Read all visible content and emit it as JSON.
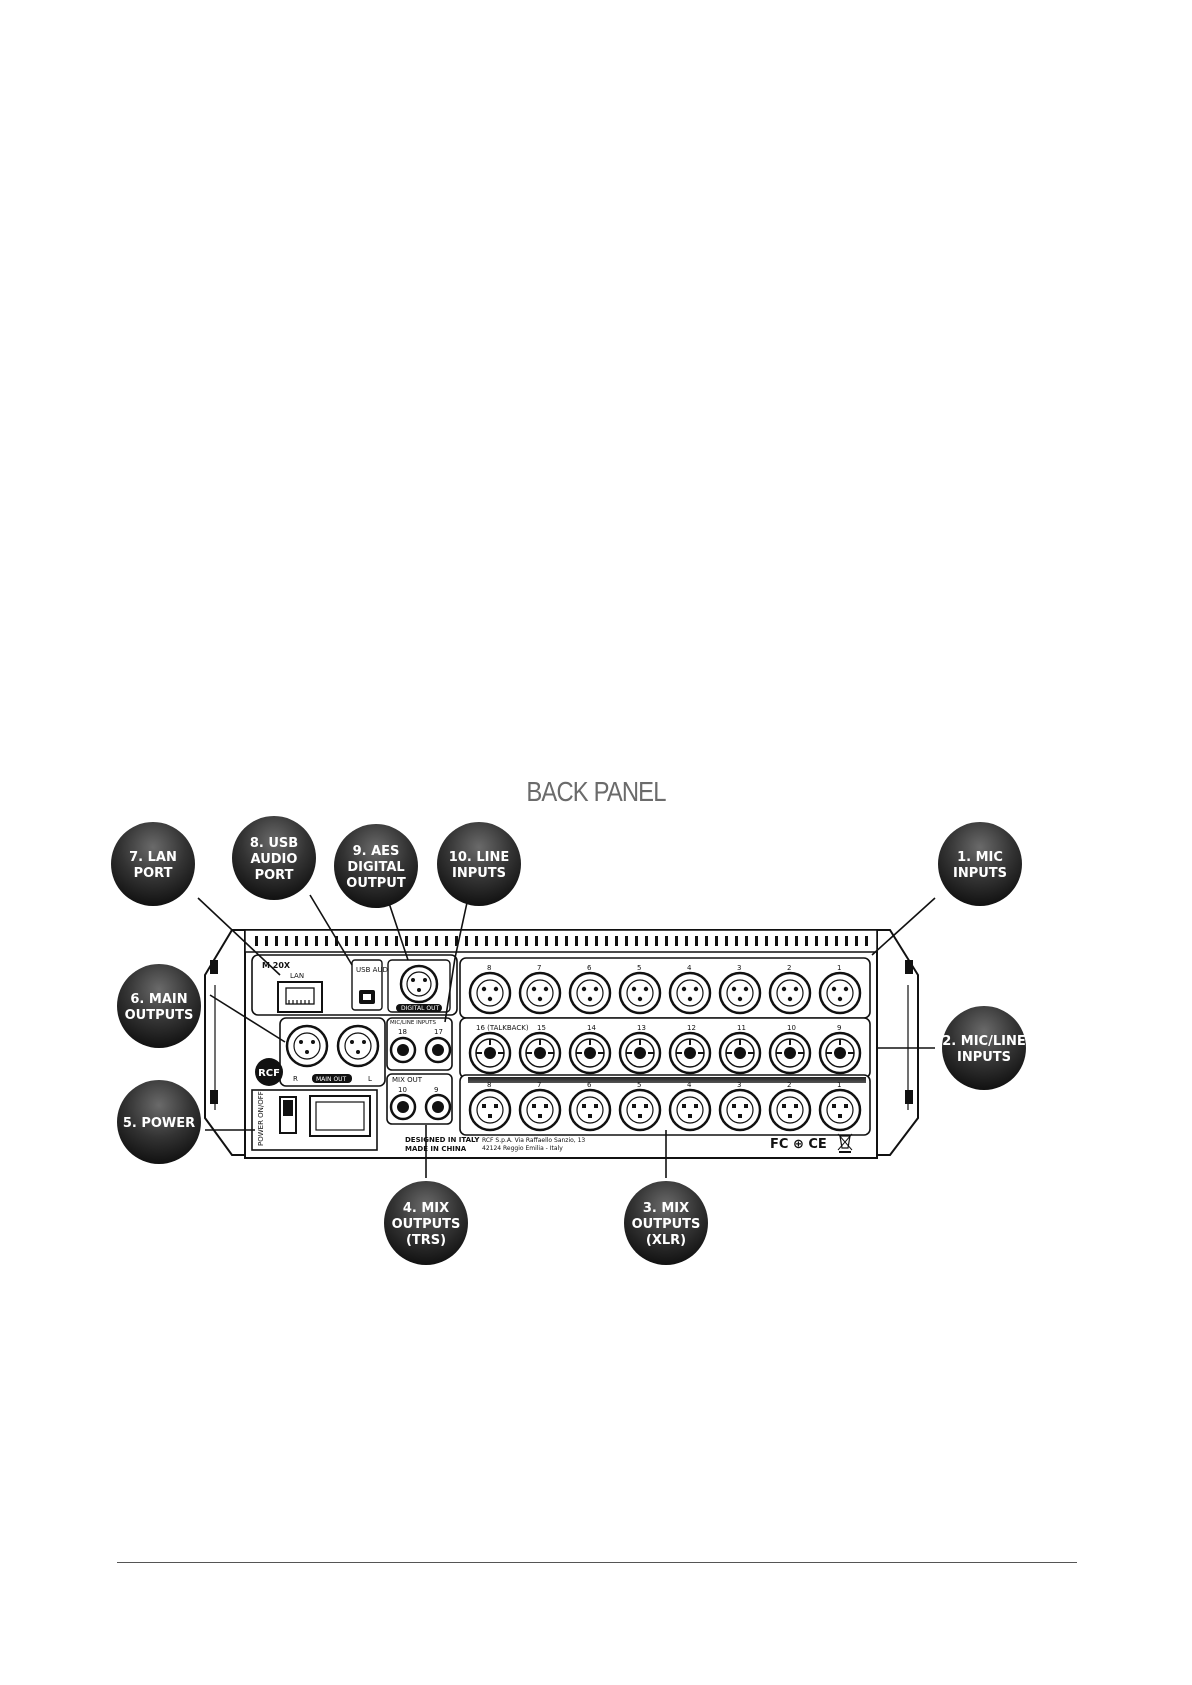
{
  "title": "BACK PANEL",
  "callouts": {
    "c1": [
      "1. MIC",
      "INPUTS"
    ],
    "c2": [
      "2. MIC/LINE",
      "INPUTS"
    ],
    "c3": [
      "3. MIX",
      "OUTPUTS",
      "(XLR)"
    ],
    "c4": [
      "4. MIX",
      "OUTPUTS",
      "(TRS)"
    ],
    "c5": [
      "5. POWER"
    ],
    "c6": [
      "6. MAIN",
      "OUTPUTS"
    ],
    "c7": [
      "7. LAN",
      "PORT"
    ],
    "c8": [
      "8. USB",
      "AUDIO",
      "PORT"
    ],
    "c9": [
      "9. AES",
      "DIGITAL",
      "OUTPUT"
    ],
    "c10": [
      "10. LINE",
      "INPUTS"
    ]
  },
  "panel": {
    "model": "M 20X",
    "brand": "RCF",
    "lan": "LAN",
    "usb": "USB AUDIO",
    "digital_out": "DIGITAL OUT",
    "mic_line_inputs": "MIC/LINE INPUTS",
    "mix_out": "MIX OUT",
    "main_out": "MAIN OUT",
    "main_r": "R",
    "main_l": "L",
    "power": "POWER ON/OFF",
    "designed": "DESIGNED IN ITALY",
    "made": "MADE IN CHINA",
    "address1": "RCF S.p.A. Via Raffaello Sanzio, 13",
    "address2": "42124 Reggio Emilia - Italy",
    "certs": "FC ⊕ CE",
    "row1_labels": [
      "8",
      "7",
      "6",
      "5",
      "4",
      "3",
      "2",
      "1"
    ],
    "row2_labels": [
      "16 (TALKBACK)",
      "15",
      "14",
      "13",
      "12",
      "11",
      "10",
      "9"
    ],
    "row3_labels": [
      "8",
      "7",
      "6",
      "5",
      "4",
      "3",
      "2",
      "1"
    ],
    "line_in_labels": [
      "18",
      "17"
    ],
    "mix_trs_labels": [
      "10",
      "9"
    ]
  }
}
